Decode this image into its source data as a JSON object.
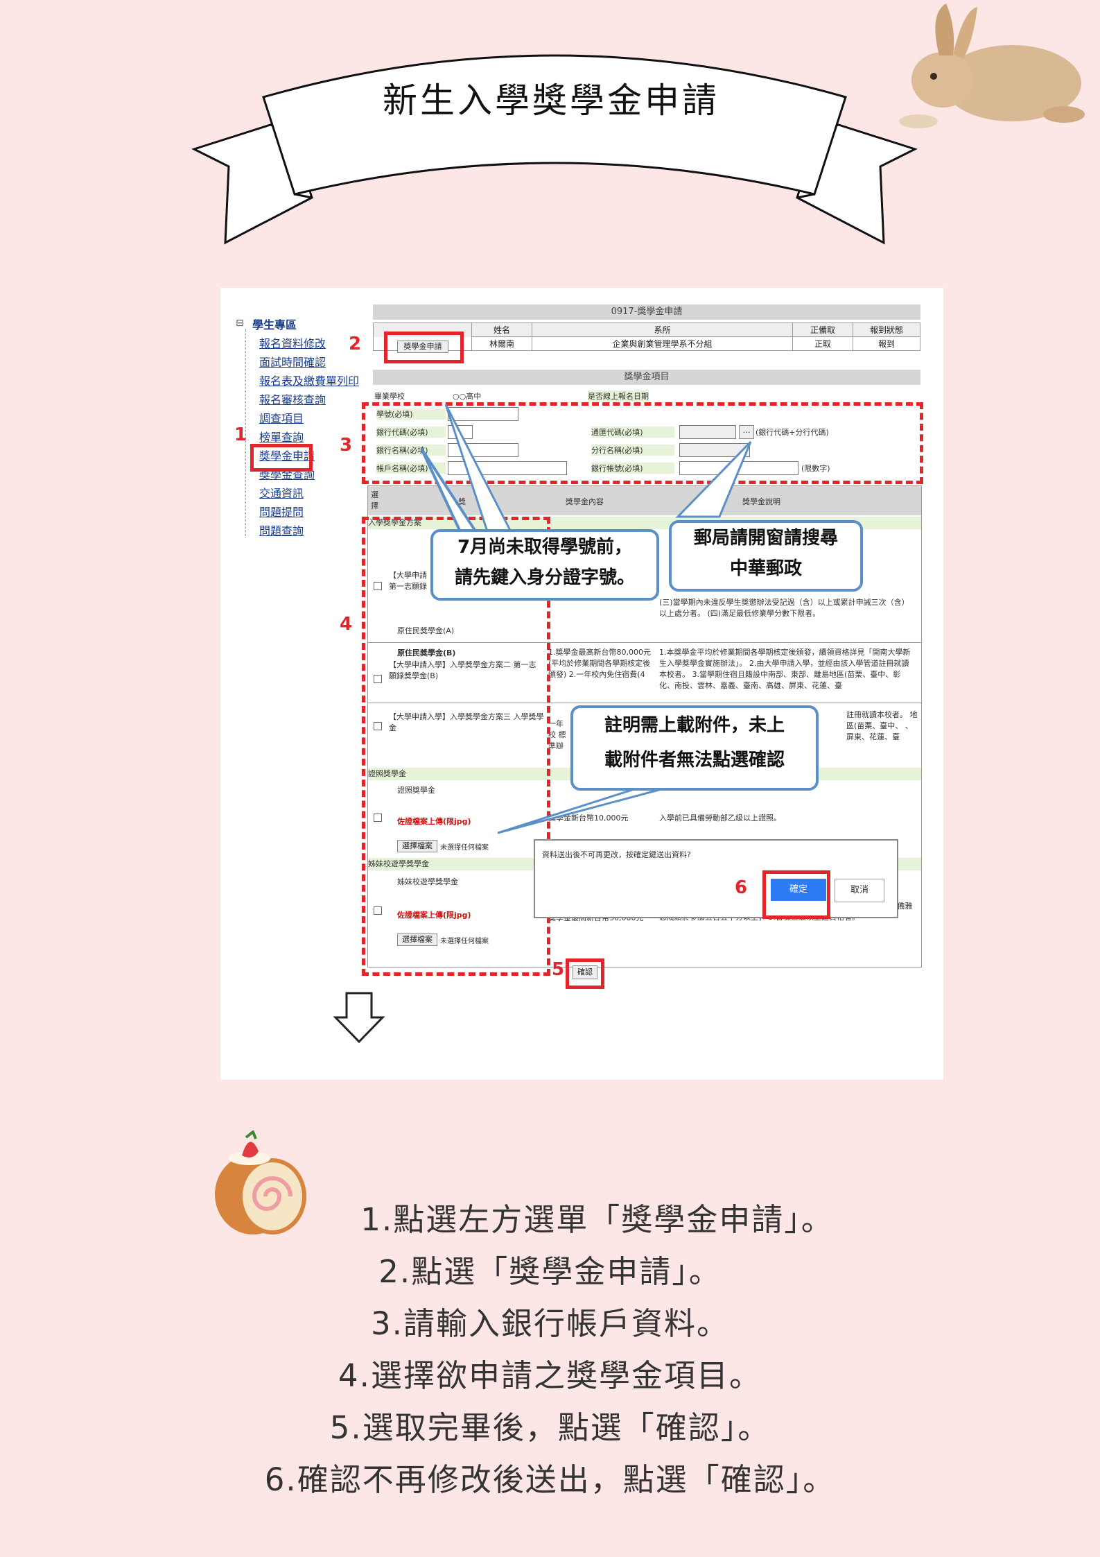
{
  "title": "新生入學獎學金申請",
  "panel": {
    "sidebar": {
      "root": "學生專區",
      "items": [
        "報名資料修改",
        "面試時間確認",
        "報名表及繳費單列印",
        "報名審核查詢",
        "調查項目",
        "榜單查詢",
        "獎學金申請",
        "獎學金查詢",
        "交通資訊",
        "問題提問",
        "問題查詢"
      ]
    },
    "header_bar": "0917-獎學金申請",
    "apply_button": "獎學金申請",
    "table_headers": [
      "姓名",
      "系所",
      "正備取",
      "報到狀態"
    ],
    "table_row": [
      "林爾南",
      "企業與創業管理學系不分組",
      "正取",
      "報到"
    ],
    "scholarship_section": "獎學金項目",
    "form": {
      "school_label": "畢業學校",
      "school_value": "○○高中",
      "date_label": "是否線上報名日期",
      "student_no": "學號(必填)",
      "bank_code": "銀行代碼(必填)",
      "bank_name": "銀行名稱(必填)",
      "account_name": "帳戶名稱(必填)",
      "transfer_code": "通匯代碼(必填)",
      "branch_name": "分行名稱(必填)",
      "account_no": "銀行帳號(必填)",
      "transfer_hint": "(銀行代碼+分行代碼)",
      "digits_hint": "(限數字)"
    },
    "list_headers": [
      "選擇",
      "獎",
      "獎學金內容",
      "獎學金說明"
    ],
    "groups": {
      "g1": "入學獎學金方案",
      "g2": "證照獎學金",
      "g3": "姊妹校遊學獎學金"
    },
    "rows": {
      "r1_name": "【大學申請",
      "r1_sub": "第一志願錄",
      "r1_aboriginal": "原住民獎學金(A)",
      "r1_desc": "(三)當學期內未違反學生獎懲辦法受記過（含）以上或累計申誡三次（含）以上處分者。 (四)滿足最低修業學分數下限者。",
      "r2_name": "原住民獎學金(B)",
      "r2_sub": "【大學申請入學】入學獎學金方案二 第一志願錄獎學金(B)",
      "r2_content": "1.獎學金最高新台幣80,000元(平均於修業期間各學期核定後頒發) 2.一年校內免住宿費(4",
      "r2_desc": "1.本獎學金平均於修業期間各學期核定後頒發，續領資格詳見「開南大學新生入學獎學金實施辦法」。 2.由大學申請入學，並經由該入學管道註冊就讀本校者。 3.當學期住宿且籍設中南部、東部、離島地區(苗栗、臺中、彰化、南投、雲林、嘉義、臺南、高雄、屏東、花蓮、臺",
      "r3_name": "【大學申請入學】入學獎學金方案三 入學獎學金",
      "r3_content": "一年校 標準辦",
      "r3_desc": "註冊就讀本校者。 地區(苗栗、臺中、 、屏東、花蓮、臺",
      "r4_name": "證照獎學金",
      "r4_upload": "佐證檔案上傳(限jpg)",
      "r4_content": "獎學金新台幣10,000元",
      "r4_desc": "入學前已具備勞動部乙級以上證照。",
      "r5_name": "姊妹校遊學獎學金",
      "r5_upload": "佐證檔案上傳(限jpg)",
      "r5_content": "獎學金最高新台幣30,000元",
      "r5_desc": "1.經繁星推薦或大學申請入學與學測英語成績達前標者； 2.入學前已具備雅思成績於參加五百五十分以上； 3.日檢三級以上之資格者。",
      "file_btn": "選擇檔案",
      "file_none": "未選擇任何檔案"
    },
    "confirm_button": "確認",
    "dialog": {
      "message": "資料送出後不可再更改，按確定鍵送出資料?",
      "ok": "確定",
      "cancel": "取消"
    },
    "callouts": {
      "c1": "7月尚未取得學號前，\n請先鍵入身分證字號。",
      "c2": "郵局請開窗請搜尋\n中華郵政",
      "c3": "註明需上載附件，未上\n載附件者無法點選確認"
    },
    "markers": [
      "1",
      "2",
      "3",
      "4",
      "5",
      "6"
    ]
  },
  "steps": [
    "1.點選左方選單「獎學金申請」。",
    "2.點選「獎學金申請」。",
    "3.請輸入銀行帳戶資料。",
    "4.選擇欲申請之獎學金項目。",
    "5.選取完畢後，點選「確認」。",
    "6.確認不再修改後送出，點選「確認」。"
  ],
  "colors": {
    "background": "#fce6e6",
    "accent_red": "#e2242b",
    "callout_border": "#5a8fc7",
    "link_blue": "#1a3e8c"
  }
}
